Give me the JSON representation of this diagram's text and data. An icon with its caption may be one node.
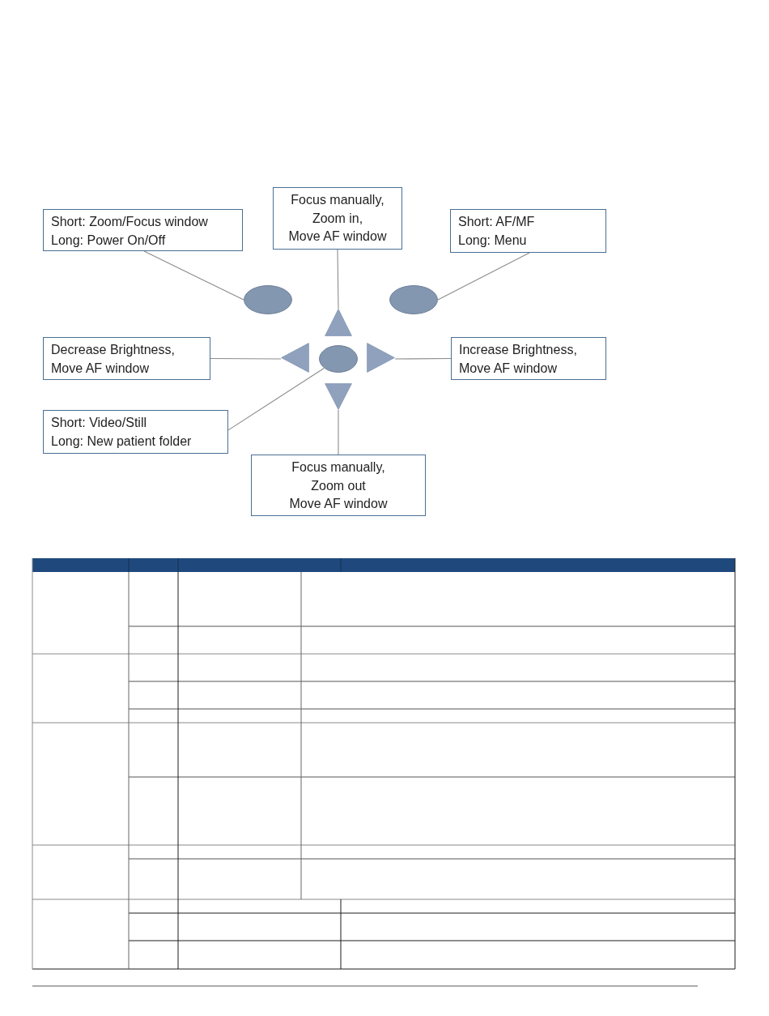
{
  "diagram": {
    "nodes": [
      {
        "text": [
          "Short: Zoom/Focus window Long: Power On/Off"
        ]
      },
      {
        "text": [
          "Focus manually, Zoom in, Move AF window"
        ]
      },
      {
        "text": [
          "Short: AF/MF Long: Menu"
        ]
      },
      {
        "text": [],
        "shape": "ellipse"
      },
      {
        "text": [],
        "shape": "ellipse"
      },
      {
        "text": [],
        "shape": "triangle"
      },
      {
        "text": [],
        "shape": "triangle"
      },
      {
        "text": [],
        "shape": "ellipse"
      },
      {
        "text": [],
        "shape": "triangle"
      },
      {
        "text": [],
        "shape": "triangle"
      },
      {
        "text": [
          "Decrease Brightness, Move AF window"
        ]
      },
      {
        "text": [
          "Increase Brightness, Move AF window"
        ]
      },
      {
        "text": [
          "Short: Video/Still Long: New patient folder"
        ]
      },
      {
        "text": [
          "Focus manually, Zoom out Move AF window"
        ]
      }
    ],
    "edges": [
      {
        "from": 0,
        "to": 3,
        "arrow": "none"
      },
      {
        "from": 1,
        "to": 5,
        "arrow": "none"
      },
      {
        "from": 2,
        "to": 4,
        "arrow": "none"
      },
      {
        "from": 10,
        "to": 6,
        "arrow": "none"
      },
      {
        "from": 11,
        "to": 8,
        "arrow": "none"
      },
      {
        "from": 12,
        "to": 7,
        "arrow": "none"
      },
      {
        "from": 13,
        "to": 9,
        "arrow": "none"
      }
    ]
  }
}
